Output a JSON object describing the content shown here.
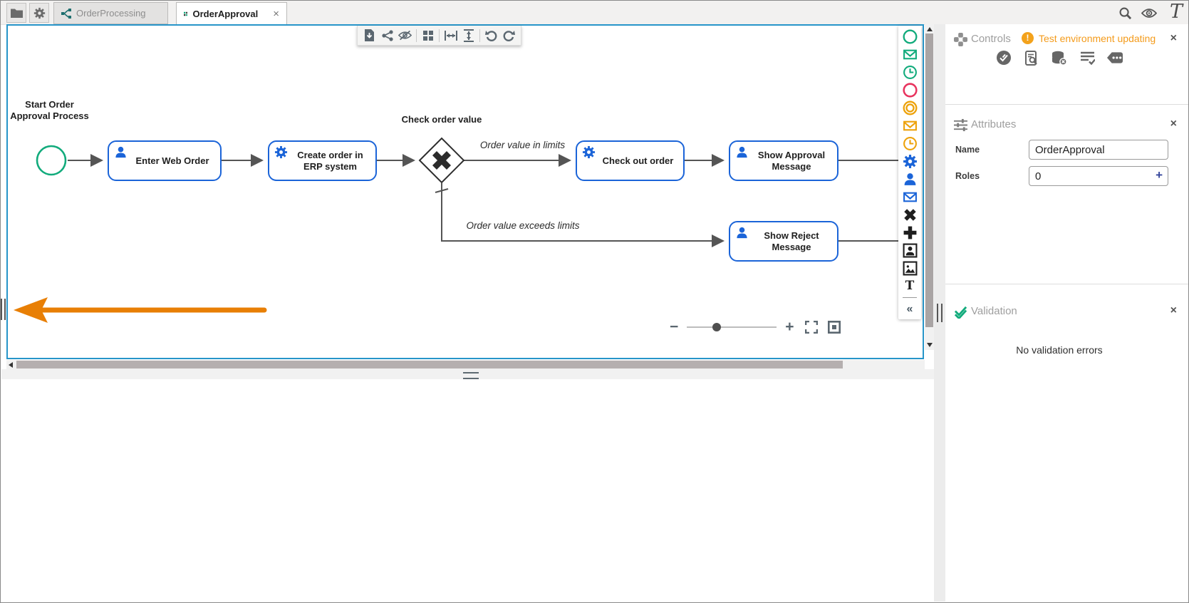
{
  "colors": {
    "accent_blue": "#1b64d8",
    "green": "#12ab7c",
    "red": "#e8335e",
    "orange": "#eda20b",
    "warning_orange": "#f49b1b",
    "canvas_border": "#2795c9",
    "annotation_arrow": "#e87f05"
  },
  "topbar": {
    "logo": "T",
    "icons": [
      "folder-icon",
      "gear-icon",
      "search-icon",
      "eye-icon"
    ],
    "tabs": [
      {
        "label": "OrderProcessing",
        "active": false,
        "icon": "flow-icon"
      },
      {
        "label": "OrderApproval",
        "active": true,
        "icon": "process-icon",
        "close": "×"
      }
    ]
  },
  "canvas": {
    "toolbar_icons": [
      "download-icon",
      "share-icon",
      "hide-icon",
      "grid-icon",
      "fit-width-icon",
      "fit-height-icon",
      "undo-icon",
      "redo-icon"
    ],
    "zoom_controls": {
      "minus": "−",
      "plus": "+",
      "level_pct": 32,
      "icons": [
        "fullscreen-icon",
        "fit-view-icon"
      ]
    }
  },
  "flow": {
    "start_event": {
      "line1": "Start Order",
      "line2": "Approval Process"
    },
    "gateway": {
      "label": "Check order value"
    },
    "tasks": [
      {
        "label": "Enter Web Order",
        "icon": "user"
      },
      {
        "label": "Create order in ERP system",
        "icon": "gear"
      },
      {
        "label": "Check out order",
        "icon": "gear"
      },
      {
        "label": "Show Approval Message",
        "icon": "user"
      },
      {
        "label": "Show Reject Message",
        "icon": "user"
      }
    ],
    "edges": [
      {
        "label": "Order value in limits"
      },
      {
        "label": "Order value exceeds limits"
      }
    ]
  },
  "palette": {
    "items": [
      "start-event",
      "message-start-event",
      "timer-start-event",
      "end-event",
      "intermediate-event",
      "message-intermediate-event",
      "timer-intermediate-event",
      "service-task",
      "user-task",
      "message-task",
      "exclusive-gateway",
      "parallel-gateway",
      "participant",
      "image",
      "text"
    ],
    "text_tool": "T",
    "collapse": "«"
  },
  "right_panel": {
    "controls": {
      "title": "Controls",
      "warning_mark": "!",
      "warning": "Test environment updating",
      "close": "×",
      "action_icons": [
        "validate-icon",
        "log-search-icon",
        "database-clear-icon",
        "list-check-icon",
        "message-log-icon"
      ]
    },
    "attributes": {
      "title": "Attributes",
      "close": "×",
      "name_label": "Name",
      "name_value": "OrderApproval",
      "roles_label": "Roles",
      "roles_value": "0",
      "add": "+"
    },
    "validation": {
      "title": "Validation",
      "close": "×",
      "message": "No validation errors"
    }
  }
}
